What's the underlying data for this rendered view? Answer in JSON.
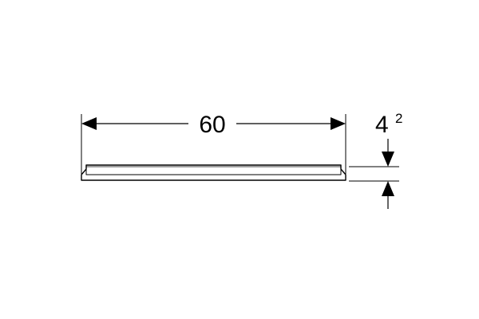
{
  "drawing": {
    "width_dimension": {
      "value": "60"
    },
    "height_dimension": {
      "base": "4",
      "superscript": "2"
    },
    "colors": {
      "line": "#000000",
      "background": "#ffffff",
      "frame_outline": "#000000"
    }
  }
}
